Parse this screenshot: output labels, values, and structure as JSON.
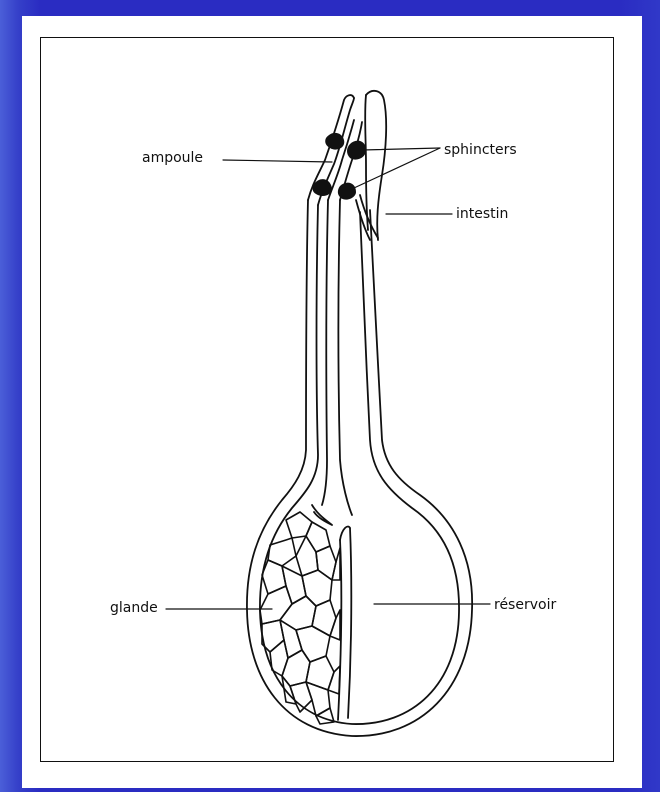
{
  "labels": {
    "ampoule": "ampoule",
    "sphincters": "sphincters",
    "intestin": "intestin",
    "glande": "glande",
    "reservoir": "réservoir"
  },
  "colors": {
    "background": "#2a2cc2",
    "panel": "#ffffff",
    "ink": "#111111"
  }
}
